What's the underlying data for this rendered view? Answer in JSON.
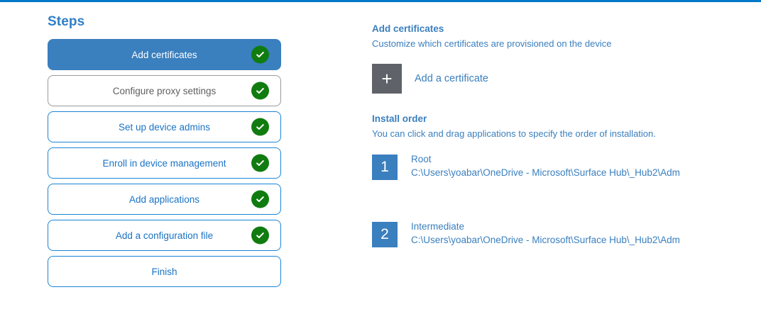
{
  "accent_color": "#0078c8",
  "steps_panel": {
    "heading": "Steps",
    "items": [
      {
        "label": "Add certificates",
        "state": "active",
        "completed": true
      },
      {
        "label": "Configure proxy settings",
        "state": "muted",
        "completed": true
      },
      {
        "label": "Set up device admins",
        "state": "normal",
        "completed": true
      },
      {
        "label": "Enroll in device management",
        "state": "normal",
        "completed": true
      },
      {
        "label": "Add applications",
        "state": "normal",
        "completed": true
      },
      {
        "label": "Add a configuration file",
        "state": "normal",
        "completed": true
      },
      {
        "label": "Finish",
        "state": "normal",
        "completed": false
      }
    ]
  },
  "detail": {
    "title": "Add certificates",
    "subtitle": "Customize which certificates are provisioned on the device",
    "add_certificate": {
      "icon": "plus-icon",
      "label": "Add a certificate"
    },
    "install_order": {
      "title": "Install order",
      "subtitle": "You can click and drag applications to specify the order of installation.",
      "items": [
        {
          "number": "1",
          "name": "Root",
          "path": "C:\\Users\\yoabar\\OneDrive - Microsoft\\Surface Hub\\_Hub2\\Adm"
        },
        {
          "number": "2",
          "name": "Intermediate",
          "path": "C:\\Users\\yoabar\\OneDrive - Microsoft\\Surface Hub\\_Hub2\\Adm"
        }
      ]
    }
  }
}
